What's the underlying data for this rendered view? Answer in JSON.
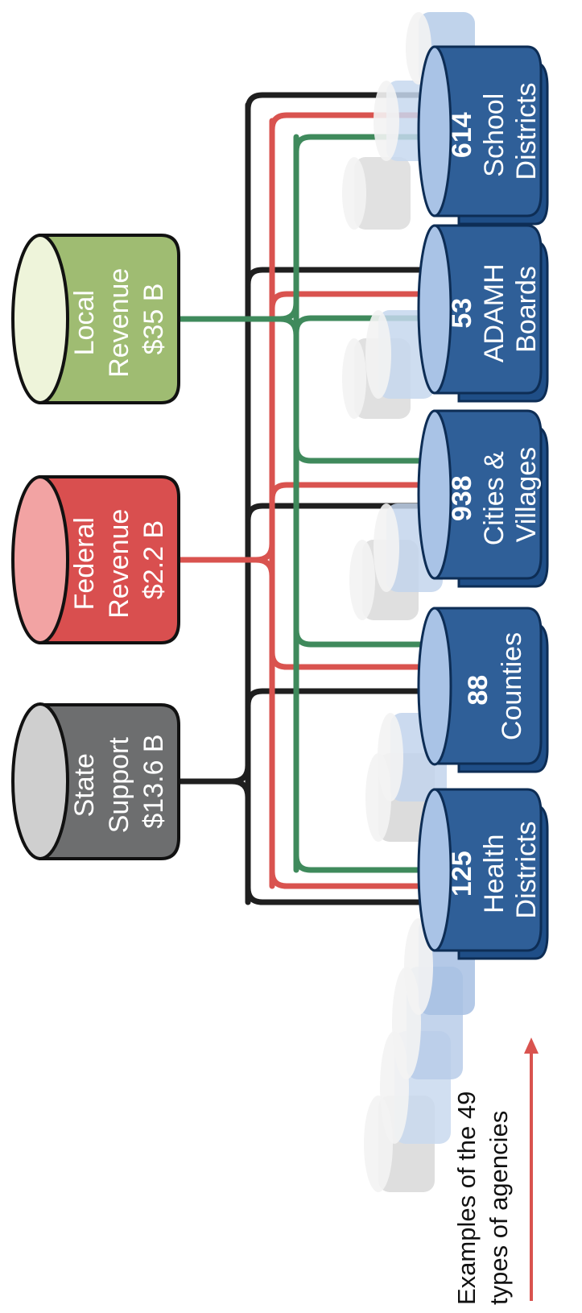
{
  "sources": [
    {
      "id": "state",
      "lines": [
        "State",
        "Support",
        "$13.6 B"
      ],
      "fill": "#6d6e6f",
      "cap": "#cfcfcf",
      "wire": "#1f1f1f"
    },
    {
      "id": "federal",
      "lines": [
        "Federal",
        "Revenue",
        "$2.2 B"
      ],
      "fill": "#d94f4f",
      "cap": "#f2a3a3",
      "wire": "#d9534f"
    },
    {
      "id": "local",
      "lines": [
        "Local",
        "Revenue",
        "$35 B"
      ],
      "fill": "#9fbc72",
      "cap": "#eef4da",
      "wire": "#3f8a5c"
    }
  ],
  "agencies": [
    {
      "id": "health-districts",
      "count": "125",
      "lines": [
        "Health",
        "Districts"
      ]
    },
    {
      "id": "counties",
      "count": "88",
      "lines": [
        "Counties"
      ]
    },
    {
      "id": "cities-villages",
      "count": "938",
      "lines": [
        "Cities &",
        "Villages"
      ]
    },
    {
      "id": "adamh-boards",
      "count": "53",
      "lines": [
        "ADAMH",
        "Boards"
      ]
    },
    {
      "id": "school-districts",
      "count": "614",
      "lines": [
        "School",
        "Districts"
      ]
    }
  ],
  "caption": [
    "Examples of the 49",
    "types of agencies"
  ],
  "colors": {
    "agency_body": "#2f5f98",
    "agency_side": "#1f4e87",
    "agency_cap": "#a9c3e6",
    "arrow": "#d9534f"
  }
}
